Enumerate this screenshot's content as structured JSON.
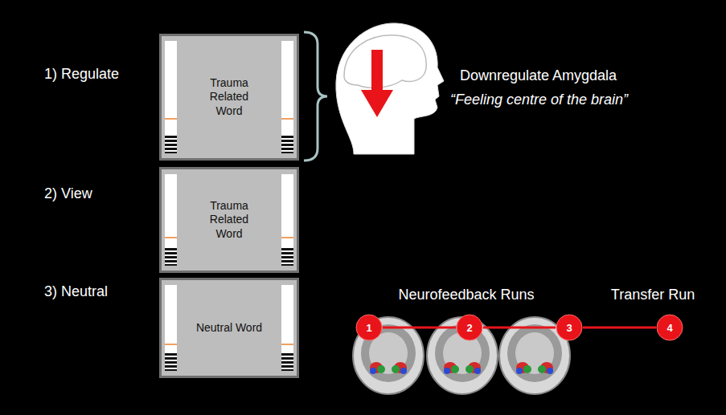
{
  "diagram": {
    "nodes": [
      {
        "text": [
          "Trauma Related Word"
        ]
      },
      {
        "text": [
          "Trauma Related Word"
        ]
      },
      {
        "text": [
          "Neutral Word"
        ]
      },
      {
        "text": [
          "1"
        ]
      },
      {
        "text": [
          "2"
        ]
      },
      {
        "text": [
          "3"
        ]
      },
      {
        "text": [
          "4"
        ]
      }
    ],
    "edges": [
      {
        "from": 3,
        "to": 4,
        "arrow": "none"
      },
      {
        "from": 4,
        "to": 5,
        "arrow": "none"
      },
      {
        "from": 5,
        "to": 6,
        "arrow": "none"
      }
    ],
    "labels": [
      "1) Regulate",
      "2) View",
      "3) Neutral",
      "Downregulate Amygdala",
      "“Feeling centre of the brain”",
      "Neurofeedback Runs",
      "Transfer Run"
    ]
  }
}
